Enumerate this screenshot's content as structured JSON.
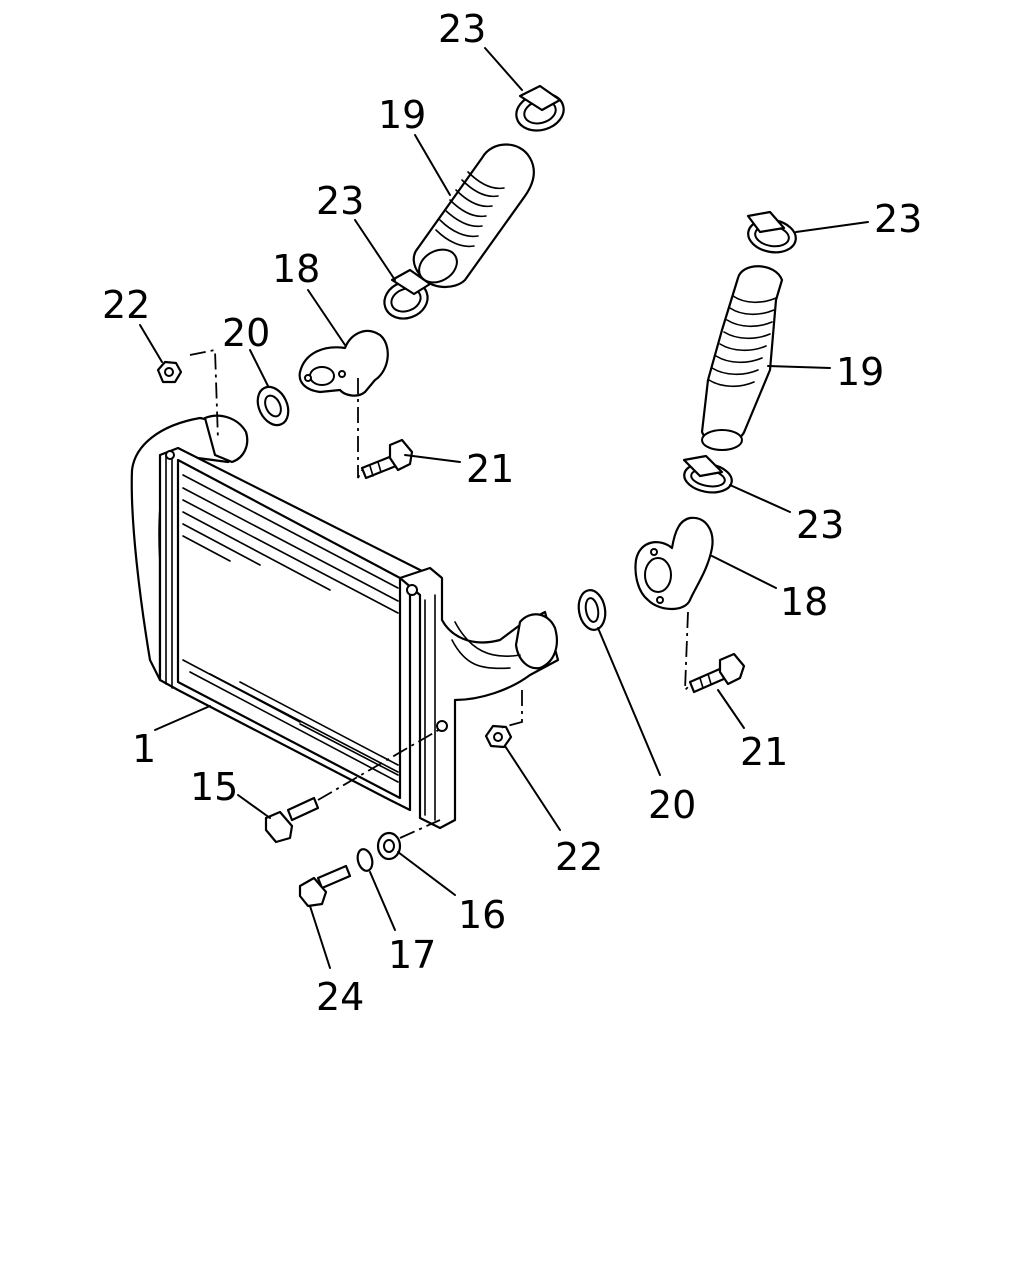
{
  "callouts": {
    "c1": "1",
    "c15": "15",
    "c16": "16",
    "c17": "17",
    "c18_left": "18",
    "c18_right": "18",
    "c19_left": "19",
    "c19_right": "19",
    "c20_left": "20",
    "c20_right": "20",
    "c21_left": "21",
    "c21_right": "21",
    "c22_left": "22",
    "c22_right": "22",
    "c23_top": "23",
    "c23_left": "23",
    "c23_right_top": "23",
    "c23_right_bottom": "23",
    "c24": "24"
  }
}
